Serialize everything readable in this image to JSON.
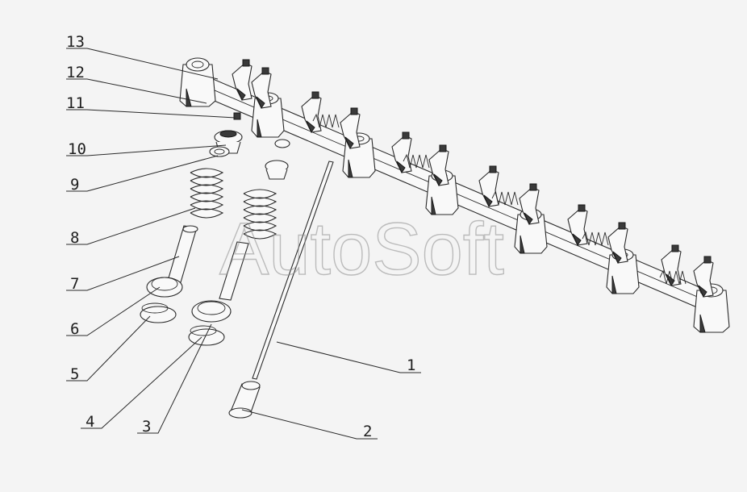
{
  "watermark": "AutoSoft",
  "callouts": [
    {
      "id": "1",
      "text": "1"
    },
    {
      "id": "2",
      "text": "2"
    },
    {
      "id": "3",
      "text": "3"
    },
    {
      "id": "4",
      "text": "4"
    },
    {
      "id": "5",
      "text": "5"
    },
    {
      "id": "6",
      "text": "6"
    },
    {
      "id": "7",
      "text": "7"
    },
    {
      "id": "8",
      "text": "8"
    },
    {
      "id": "9",
      "text": "9"
    },
    {
      "id": "10",
      "text": "10"
    },
    {
      "id": "11",
      "text": "11"
    },
    {
      "id": "12",
      "text": "12"
    },
    {
      "id": "13",
      "text": "13"
    }
  ]
}
